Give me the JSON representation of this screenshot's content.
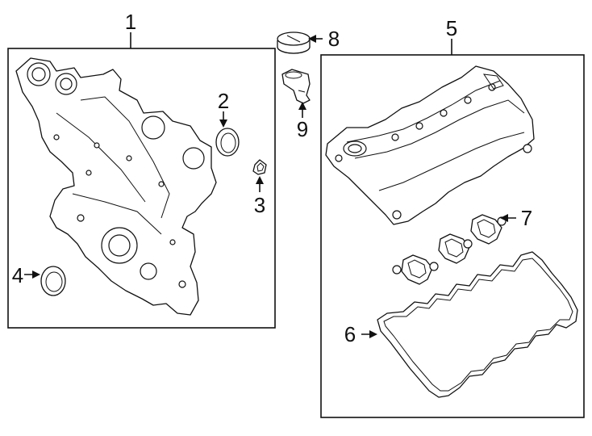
{
  "callouts": [
    {
      "id": "1",
      "text": "1"
    },
    {
      "id": "2",
      "text": "2"
    },
    {
      "id": "3",
      "text": "3"
    },
    {
      "id": "4",
      "text": "4"
    },
    {
      "id": "5",
      "text": "5"
    },
    {
      "id": "6",
      "text": "6"
    },
    {
      "id": "7",
      "text": "7"
    },
    {
      "id": "8",
      "text": "8"
    },
    {
      "id": "9",
      "text": "9"
    }
  ],
  "parts": [
    {
      "callout": "1",
      "name": "timing-cover-icon"
    },
    {
      "callout": "2",
      "name": "seal-ring-icon"
    },
    {
      "callout": "3",
      "name": "small-seal-icon"
    },
    {
      "callout": "4",
      "name": "o-ring-icon"
    },
    {
      "callout": "5",
      "name": "valve-cover-icon"
    },
    {
      "callout": "6",
      "name": "valve-cover-gasket-icon"
    },
    {
      "callout": "7",
      "name": "spark-plug-tube-seal-icon"
    },
    {
      "callout": "8",
      "name": "oil-filler-cap-icon"
    },
    {
      "callout": "9",
      "name": "pcv-valve-icon"
    }
  ],
  "colors": {
    "line": "#111111",
    "background": "#ffffff"
  }
}
